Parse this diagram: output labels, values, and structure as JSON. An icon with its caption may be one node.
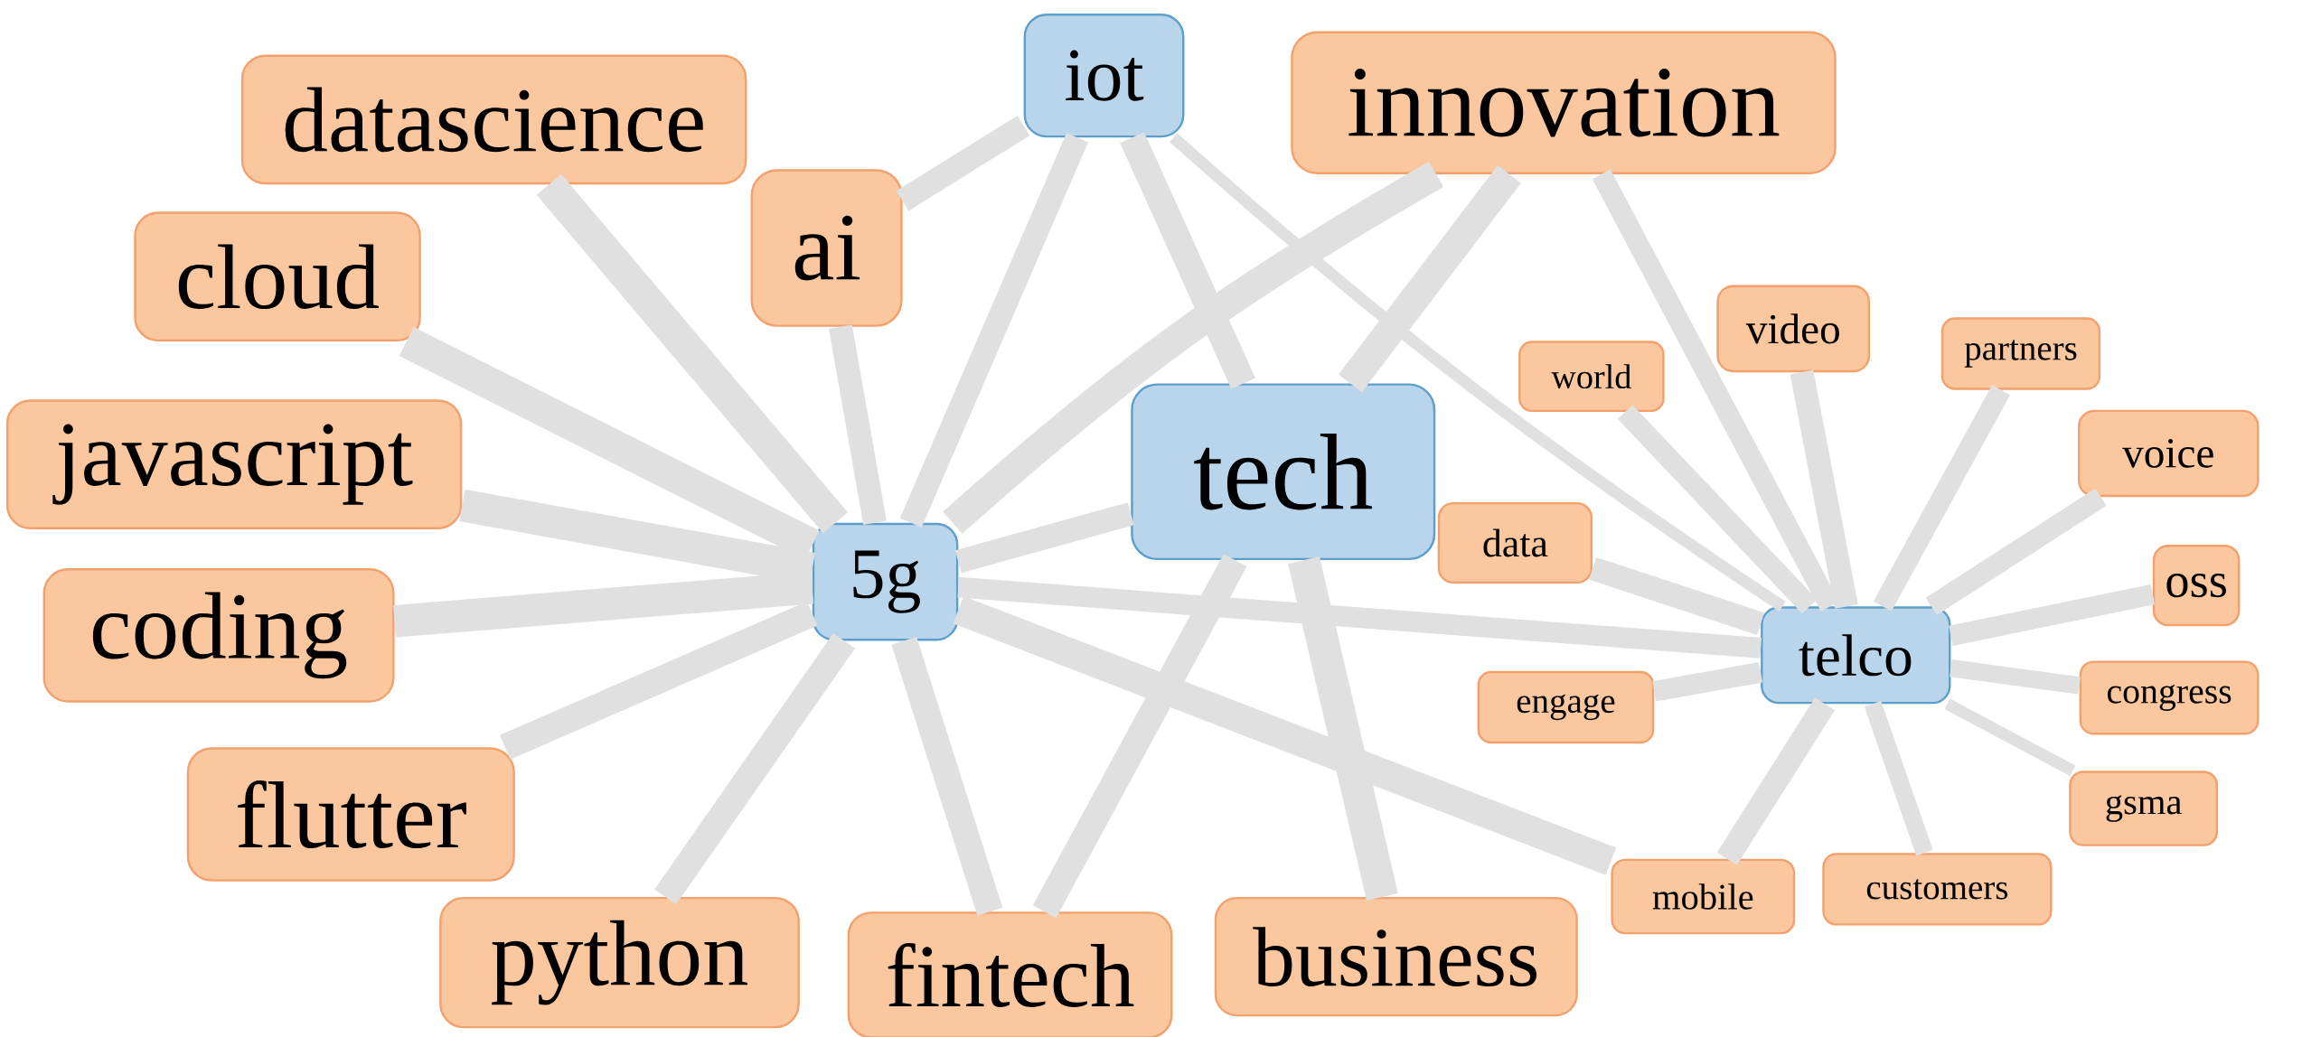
{
  "diagram": {
    "nodes": [
      {
        "text": [
          "iot"
        ]
      },
      {
        "text": [
          "innovation"
        ]
      },
      {
        "text": [
          "datascience"
        ]
      },
      {
        "text": [
          "ai"
        ]
      },
      {
        "text": [
          "cloud"
        ]
      },
      {
        "text": [
          "video"
        ]
      },
      {
        "text": [
          "partners"
        ]
      },
      {
        "text": [
          "world"
        ]
      },
      {
        "text": [
          "tech"
        ]
      },
      {
        "text": [
          "javascript"
        ]
      },
      {
        "text": [
          "voice"
        ]
      },
      {
        "text": [
          "data"
        ]
      },
      {
        "text": [
          "5g"
        ]
      },
      {
        "text": [
          "oss"
        ]
      },
      {
        "text": [
          "coding"
        ]
      },
      {
        "text": [
          "telco"
        ]
      },
      {
        "text": [
          "engage"
        ]
      },
      {
        "text": [
          "congress"
        ]
      },
      {
        "text": [
          "flutter"
        ]
      },
      {
        "text": [
          "gsma"
        ]
      },
      {
        "text": [
          "customers"
        ]
      },
      {
        "text": [
          "mobile"
        ]
      },
      {
        "text": [
          "python"
        ]
      },
      {
        "text": [
          "business"
        ]
      },
      {
        "text": [
          "fintech"
        ]
      }
    ],
    "edges": [
      {
        "from": 12,
        "to": 2,
        "arrow": "none"
      },
      {
        "from": 12,
        "to": 4,
        "arrow": "none"
      },
      {
        "from": 12,
        "to": 9,
        "arrow": "none"
      },
      {
        "from": 12,
        "to": 14,
        "arrow": "none"
      },
      {
        "from": 12,
        "to": 18,
        "arrow": "none"
      },
      {
        "from": 12,
        "to": 22,
        "arrow": "none"
      },
      {
        "from": 12,
        "to": 24,
        "arrow": "none"
      },
      {
        "from": 12,
        "to": 3,
        "arrow": "none"
      },
      {
        "from": 12,
        "to": 0,
        "arrow": "none"
      },
      {
        "from": 12,
        "to": 1,
        "arrow": "none"
      },
      {
        "from": 12,
        "to": 8,
        "arrow": "none"
      },
      {
        "from": 12,
        "to": 15,
        "arrow": "none"
      },
      {
        "from": 12,
        "to": 21,
        "arrow": "none"
      },
      {
        "from": 0,
        "to": 3,
        "arrow": "none"
      },
      {
        "from": 0,
        "to": 8,
        "arrow": "none"
      },
      {
        "from": 0,
        "to": 15,
        "arrow": "none"
      },
      {
        "from": 8,
        "to": 23,
        "arrow": "none"
      },
      {
        "from": 1,
        "to": 8,
        "arrow": "none"
      },
      {
        "from": 8,
        "to": 24,
        "arrow": "none"
      },
      {
        "from": 1,
        "to": 15,
        "arrow": "none"
      },
      {
        "from": 15,
        "to": 7,
        "arrow": "none"
      },
      {
        "from": 15,
        "to": 5,
        "arrow": "none"
      },
      {
        "from": 15,
        "to": 6,
        "arrow": "none"
      },
      {
        "from": 15,
        "to": 10,
        "arrow": "none"
      },
      {
        "from": 15,
        "to": 13,
        "arrow": "none"
      },
      {
        "from": 15,
        "to": 17,
        "arrow": "none"
      },
      {
        "from": 15,
        "to": 19,
        "arrow": "none"
      },
      {
        "from": 15,
        "to": 20,
        "arrow": "none"
      },
      {
        "from": 15,
        "to": 21,
        "arrow": "none"
      },
      {
        "from": 15,
        "to": 16,
        "arrow": "none"
      },
      {
        "from": 15,
        "to": 11,
        "arrow": "none"
      }
    ]
  }
}
